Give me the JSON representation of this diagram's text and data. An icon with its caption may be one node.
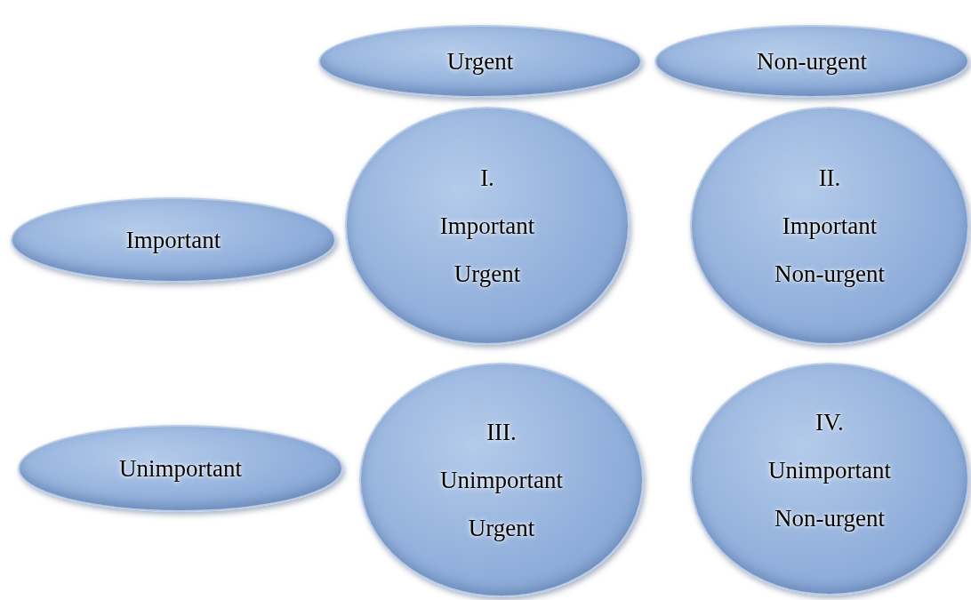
{
  "diagram": {
    "nodes": [
      {
        "text": [
          "Urgent"
        ]
      },
      {
        "text": [
          "Non-urgent"
        ]
      },
      {
        "text": [
          "Important"
        ]
      },
      {
        "text": [
          "I.",
          "Important",
          "Urgent"
        ]
      },
      {
        "text": [
          "II.",
          "Important",
          "Non-urgent"
        ]
      },
      {
        "text": [
          "Unimportant"
        ]
      },
      {
        "text": [
          "III.",
          "Unimportant",
          "Urgent"
        ]
      },
      {
        "text": [
          "IV.",
          "Unimportant",
          "Non-urgent"
        ]
      }
    ]
  }
}
